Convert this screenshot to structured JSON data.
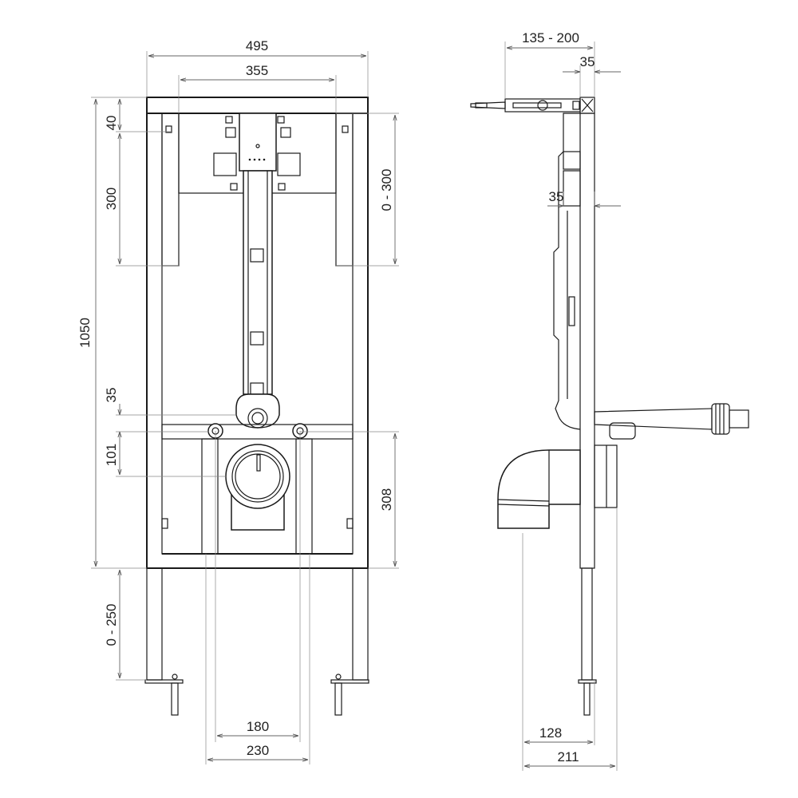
{
  "dimensions": {
    "front_width_outer": "495",
    "front_width_inner": "355",
    "front_top_offset": "40",
    "front_upper_zone": "300",
    "front_total_height": "1050",
    "front_crossbar_offset": "35",
    "front_outlet_offset": "101",
    "front_feet_range": "0 - 250",
    "front_bracket_range": "0 - 300",
    "front_outlet_height": "308",
    "front_stud_spacing_inner": "180",
    "front_stud_spacing_outer": "230",
    "side_depth_range": "135 - 200",
    "side_top_offset": "35",
    "side_mid_offset": "35",
    "side_outlet_depth": "128",
    "side_total_depth": "211"
  }
}
